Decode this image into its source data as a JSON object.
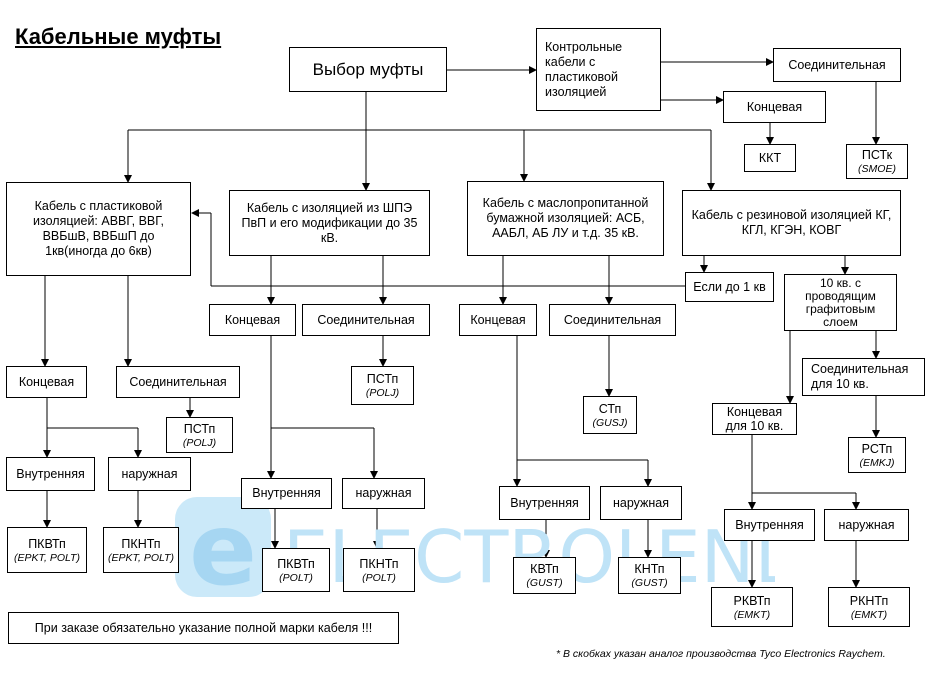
{
  "title": "Кабельные муфты",
  "select": "Выбор муфты",
  "control_cables": "Контрольные кабели с пластиковой изоляцией",
  "control_coupling": "Соединительная",
  "control_end": "Концевая",
  "kkt": "ККТ",
  "pstk": "ПСТк",
  "pstk_analog": "(SMOE)",
  "plastic_cable": "Кабель с пластиковой изоляцией: АВВГ, ВВГ, ВВБшВ, ВВБшП до 1кв(иногда до 6кв)",
  "shpe_cable": "Кабель с изоляцией из ШПЭ ПвП и его модификации до 35 кВ.",
  "oil_cable": "Кабель с маслопропитанной бумажной изоляцией: АСБ, ААБЛ, АБ ЛУ и т.д. 35 кВ.",
  "rubber_cable": "Кабель с резиновой изоляцией КГ, КГЛ, КГЭН, КОВГ",
  "if_1kv": "Если до 1 кв",
  "kv10_graphite": "10 кв. с проводящим графитовым слоем",
  "plastic_end": "Концевая",
  "plastic_coupling": "Соединительная",
  "plastic_pstp": "ПСТп",
  "plastic_pstp_analog": "(POLJ)",
  "plastic_inner": "Внутренняя",
  "plastic_outer": "наружная",
  "plastic_pkvtp": "ПКВТп",
  "plastic_pkvtp_analog": "(EPKT, POLT)",
  "plastic_pkntp": "ПКНТп",
  "plastic_pkntp_analog": "(EPKT, POLT)",
  "shpe_end": "Концевая",
  "shpe_coupling": "Соединительная",
  "shpe_pstp": "ПСТп",
  "shpe_pstp_analog": "(POLJ)",
  "shpe_inner": "Внутренняя",
  "shpe_outer": "наружная",
  "shpe_pkvtp": "ПКВТп",
  "shpe_pkvtp_analog": "(POLT)",
  "shpe_pkntp": "ПКНТп",
  "shpe_pkntp_analog": "(POLT)",
  "oil_end": "Концевая",
  "oil_coupling": "Соединительная",
  "oil_stp": "СТп",
  "oil_stp_analog": "(GUSJ)",
  "oil_inner": "Внутренняя",
  "oil_outer": "наружная",
  "oil_kvtp": "КВТп",
  "oil_kvtp_analog": "(GUST)",
  "oil_kntp": "КНТп",
  "oil_kntp_analog": "(GUST)",
  "rubber_coupling": "Соединительная для 10 кв.",
  "rubber_rstp": "РСТп",
  "rubber_rstp_analog": "(EMKJ)",
  "rubber_end": "Концевая для 10 кв.",
  "rubber_inner": "Внутренняя",
  "rubber_outer": "наружная",
  "rubber_rkvtp": "РКВТп",
  "rubber_rkvtp_analog": "(EMKT)",
  "rubber_rkntp": "РКНТп",
  "rubber_rkntp_analog": "(EMKT)",
  "order_note": "При заказе обязательно указание полной марки кабеля !!!",
  "footnote": "* В скобках указан аналог производства Tyco Electronics Raychem.",
  "watermark": "ELECTROLEND",
  "watermark_logo": "e",
  "colors": {
    "line": "#000000",
    "watermark": "#bfe3f7",
    "watermark_dark": "#a6d6f2"
  }
}
